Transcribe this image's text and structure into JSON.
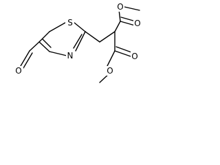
{
  "structure": {
    "atoms": {
      "ring_sulfur": "S",
      "ring_nitrogen": "N",
      "aldehyde_oxygen": "O",
      "ester1_carbonyl_oxygen": "O",
      "ester1_ether_oxygen": "O",
      "ester2_carbonyl_oxygen": "O",
      "ester2_ether_oxygen": "O"
    }
  }
}
